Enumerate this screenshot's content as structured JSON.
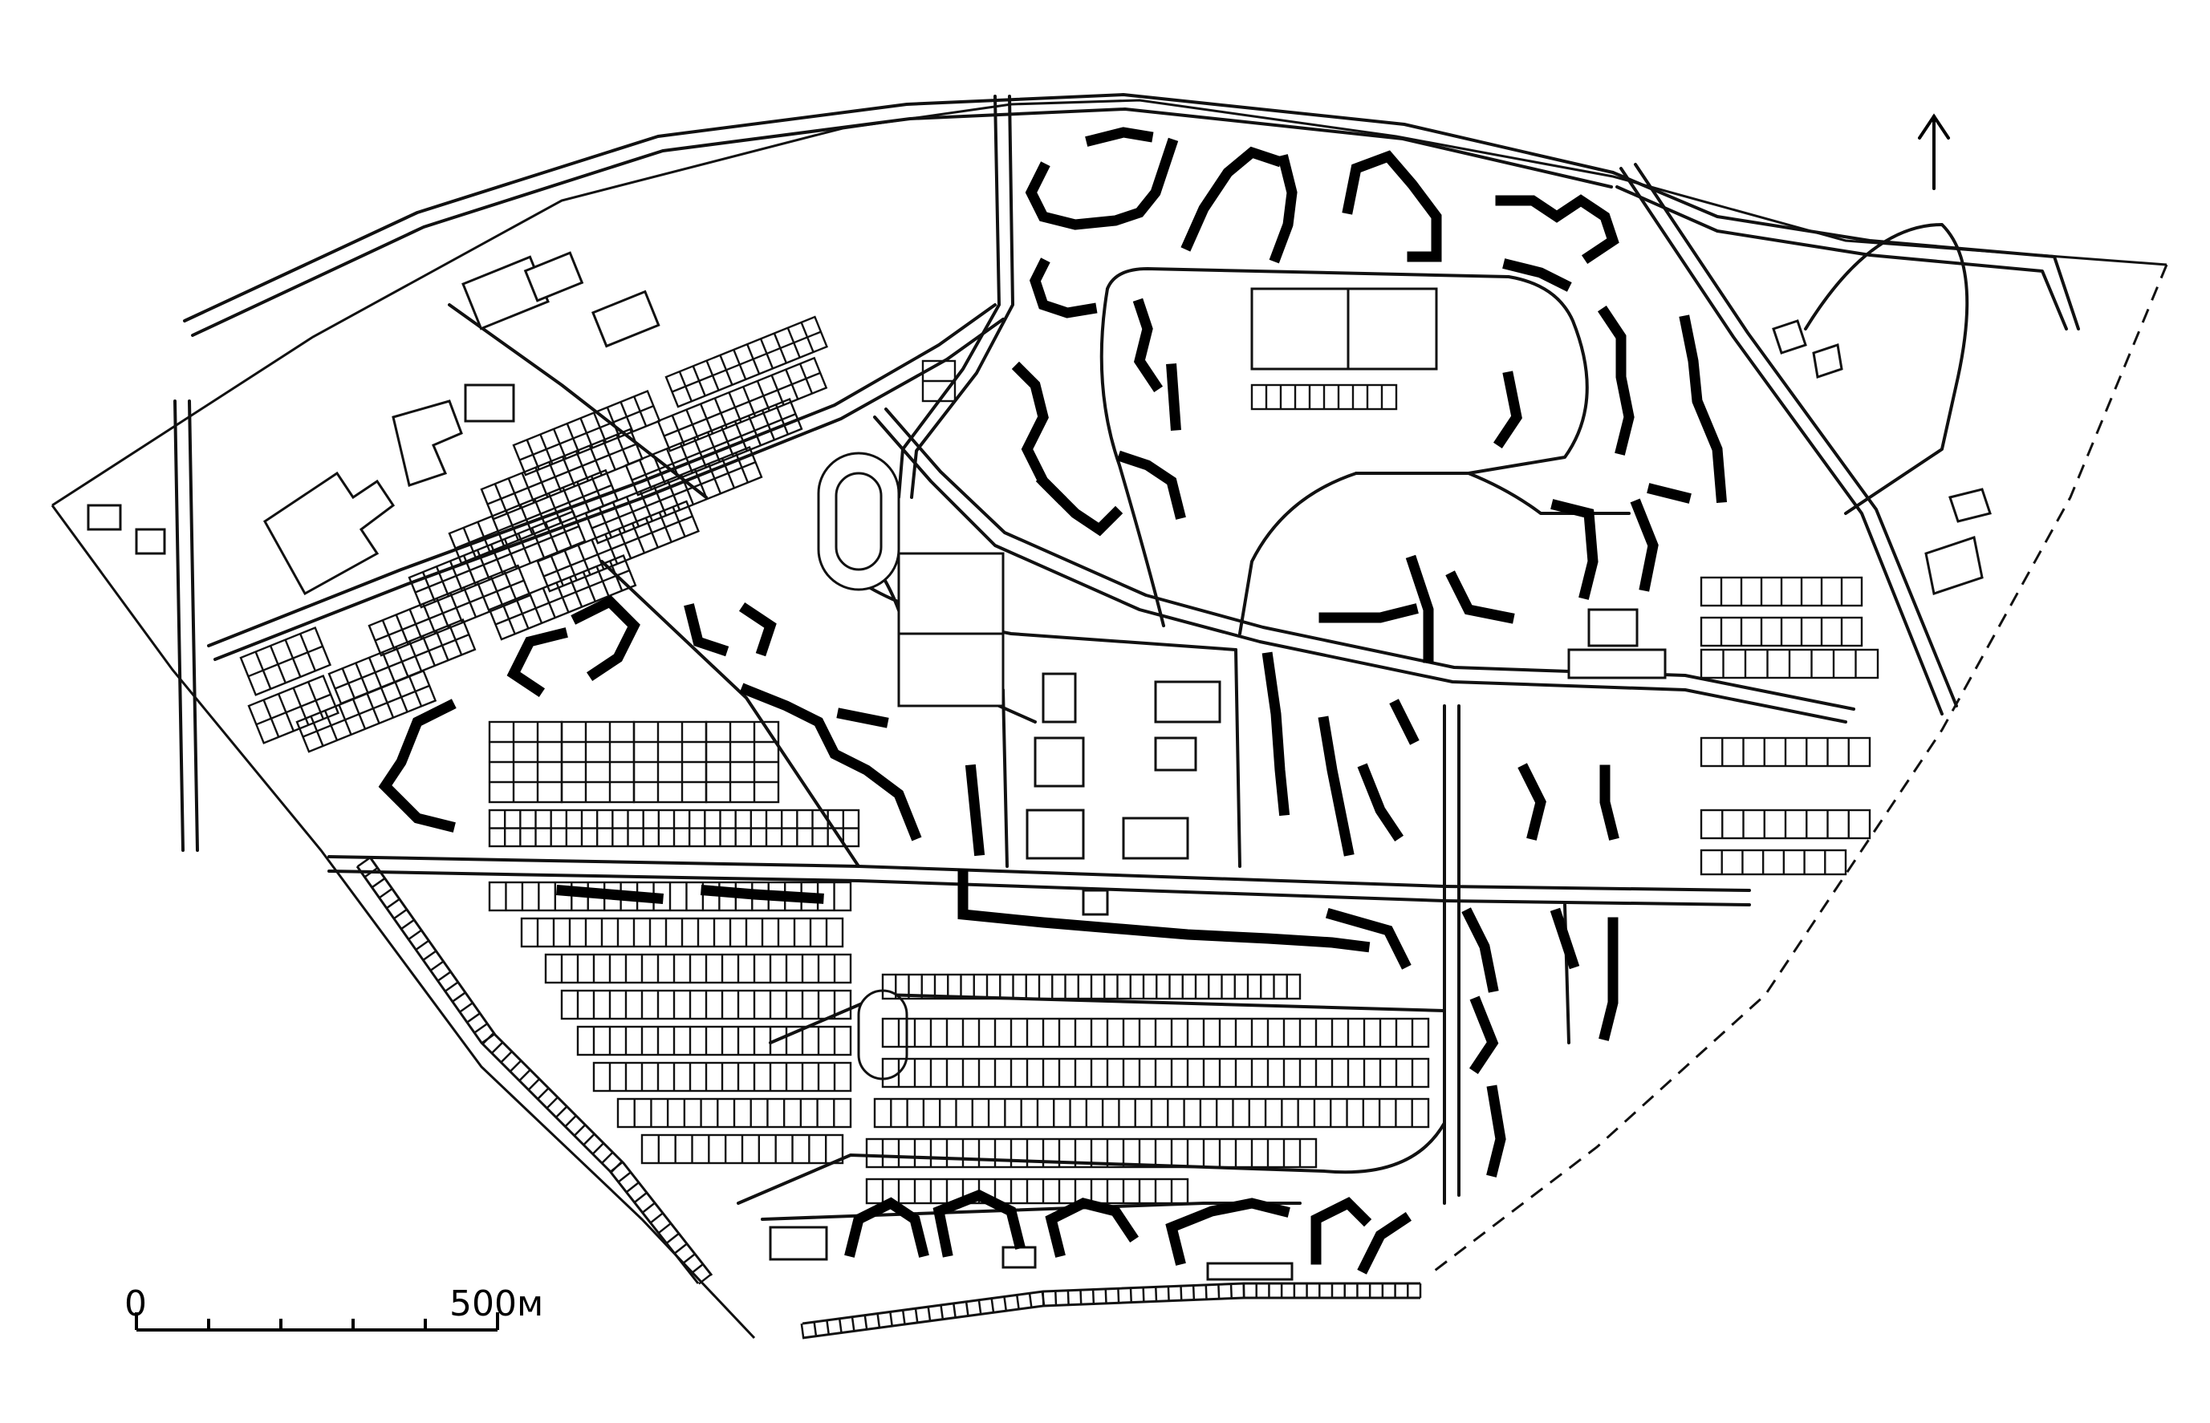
{
  "map": {
    "scale_bar": {
      "start_label": "0",
      "end_label": "500м",
      "length_m": 500,
      "minor_divisions": 5
    },
    "north_arrow": {
      "symbol": "↑"
    },
    "colors": {
      "ink": "#000000",
      "paper": "#ffffff"
    }
  }
}
